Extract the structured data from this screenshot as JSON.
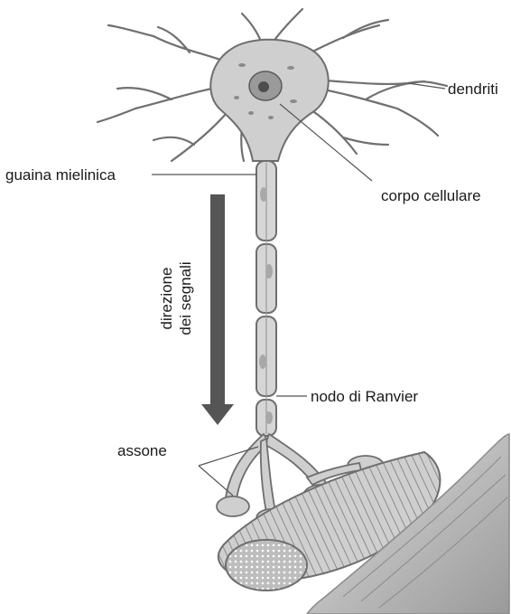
{
  "labels": {
    "dendrites": "dendriti",
    "myelin_sheath": "guaina mielinica",
    "cell_body": "corpo cellulare",
    "signal_direction_line1": "direzione",
    "signal_direction_line2": "dei segnali",
    "node_of_ranvier": "nodo di Ranvier",
    "axon": "assone"
  },
  "colors": {
    "tissue": "#d6d6d6",
    "outline": "#6e6e6e",
    "arrow": "#555555",
    "label_text": "#1a1a1a"
  }
}
